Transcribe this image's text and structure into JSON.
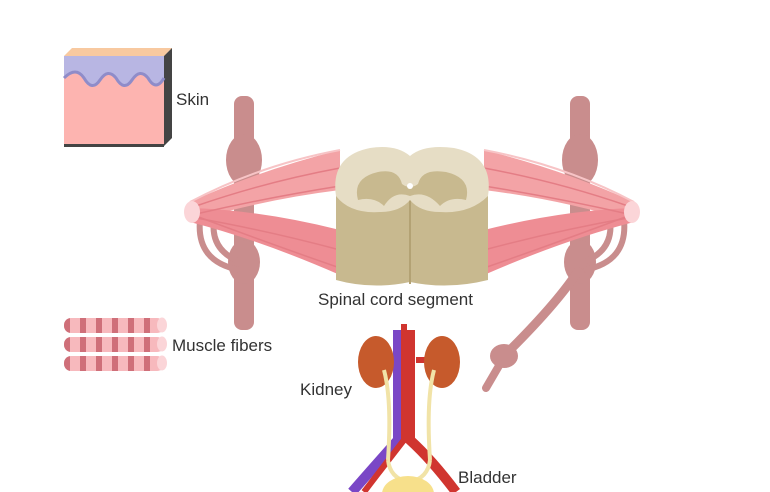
{
  "labels": {
    "skin": "Skin",
    "muscle_fibers": "Muscle fibers",
    "spinal_cord_segment": "Spinal cord segment",
    "kidney": "Kidney",
    "bladder": "Bladder"
  },
  "colors": {
    "skin_surface": "#f8c9a0",
    "skin_epidermis": "#b8b6e3",
    "skin_dermis": "#fdb4b0",
    "nerve": "#c98d8d",
    "muscle": "#f3a3a6",
    "spinal_white_matter": "#e6ddc5",
    "spinal_grey_matter": "#c8b98f",
    "kidney": "#c65a2c",
    "artery": "#d0352f",
    "vein": "#7a47c6",
    "ureter": "#f1e3a7",
    "bladder": "#f7e08b"
  }
}
